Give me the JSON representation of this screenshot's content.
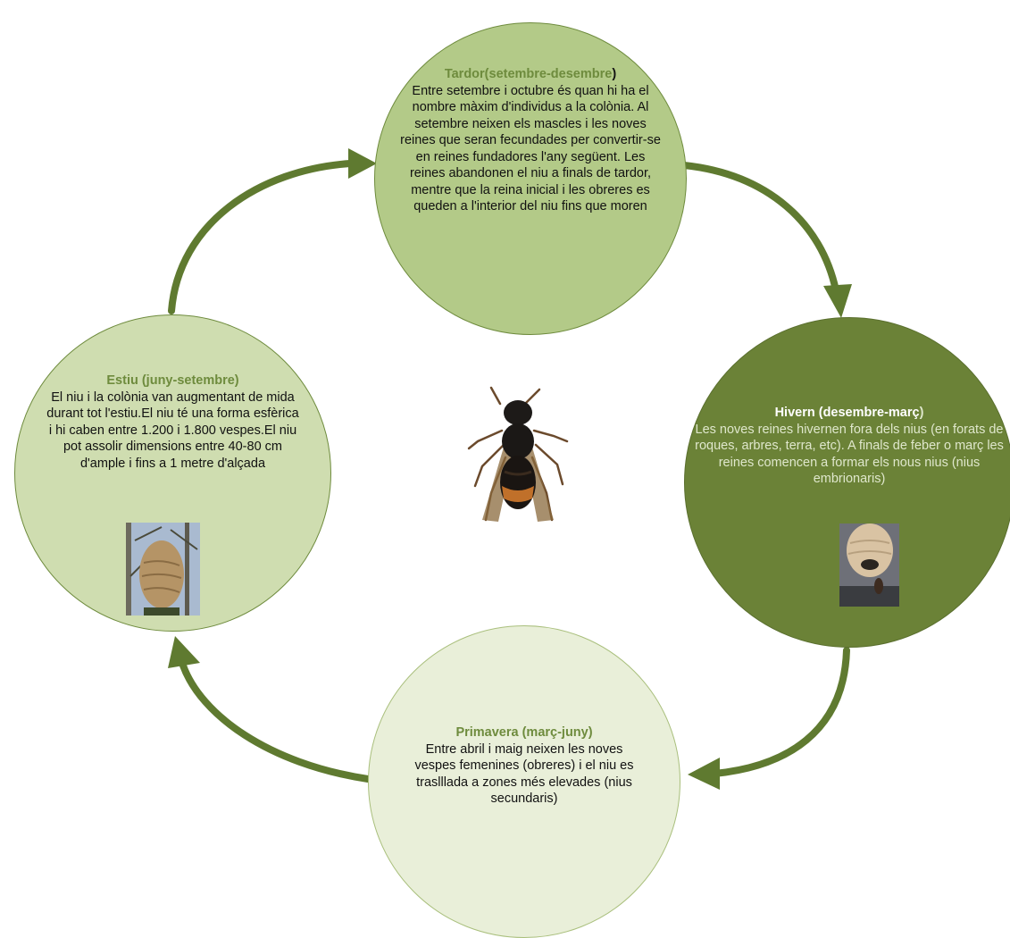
{
  "stages": {
    "tardor": {
      "title": "Tardor(setembre-desembre",
      "title_suffix": ")",
      "body": "Entre setembre i octubre és quan hi ha el nombre màxim d'individus a la colònia. Al setembre neixen els mascles i les noves reines que seran fecundades per convertir-se en reines fundadores l'any següent. Les reines abandonen el niu a finals de tardor, mentre que la reina inicial i les obreres es queden a l'interior del niu fins que moren"
    },
    "hivern": {
      "title": "Hivern (desembre-març",
      "title_suffix": ")",
      "body": "Les noves reines hivernen fora dels nius (en forats de roques, arbres, terra, etc). A finals de feber o març les reines comencen a formar els nous nius (nius embrionaris)"
    },
    "primavera": {
      "title": "Primavera (març-juny)",
      "body": "Entre abril i maig neixen les noves vespes femenines (obreres) i el niu es traslllada a zones més elevades (nius secundaris)"
    },
    "estiu": {
      "title": "Estiu (juny-setembre)",
      "body": "El niu i la colònia van augmentant de mida durant tot l'estiu.El niu té una forma esfèrica i hi caben entre 1.200 i 1.800 vespes.El niu pot assolir dimensions entre 40-80 cm d'ample i fins a 1 metre d'alçada"
    }
  },
  "colors": {
    "arrow": "#5f7a30",
    "tardor_fill": "#b3ca88",
    "hivern_fill": "#6b8237",
    "primavera_fill": "#e9efd9",
    "estiu_fill": "#cfddb0",
    "title_green": "#6e8b3d"
  }
}
